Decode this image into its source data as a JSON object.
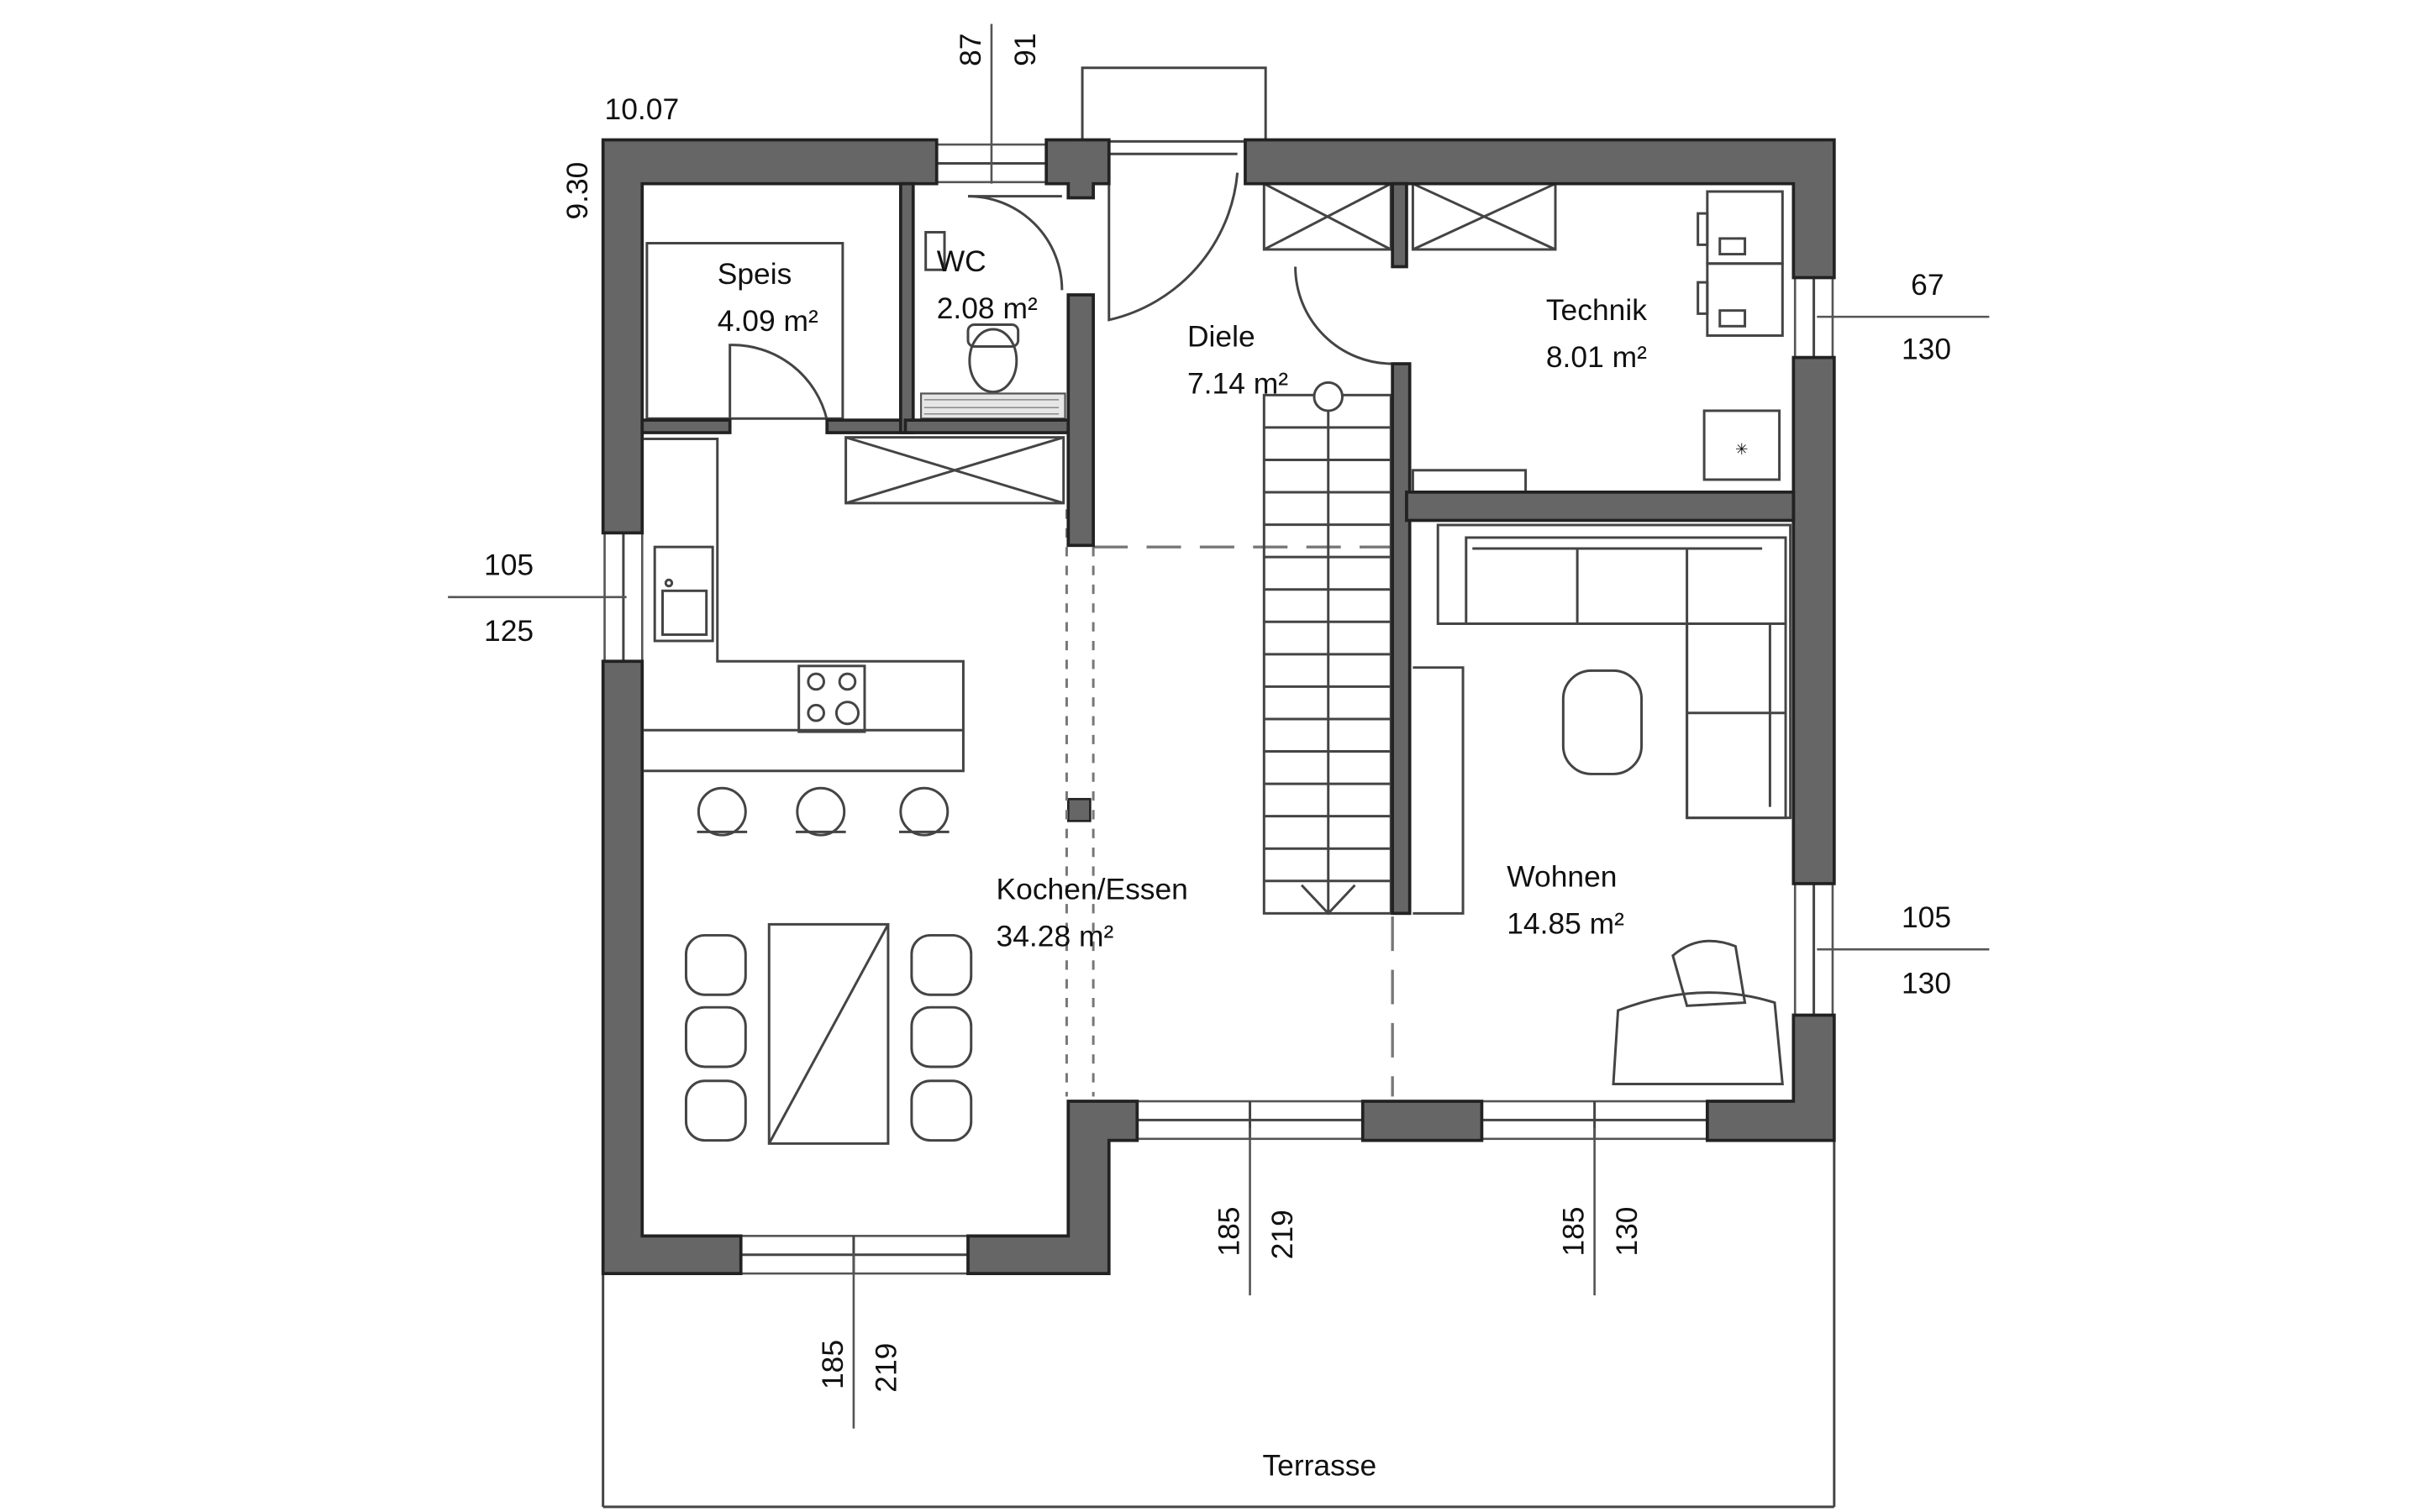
{
  "plan": {
    "overall": {
      "width": "10.07",
      "depth": "9.30"
    },
    "rooms": [
      {
        "id": "speis",
        "name": "Speis",
        "area": "4.09 m²"
      },
      {
        "id": "wc",
        "name": "WC",
        "area": "2.08 m²"
      },
      {
        "id": "diele",
        "name": "Diele",
        "area": "7.14 m²"
      },
      {
        "id": "technik",
        "name": "Technik",
        "area": "8.01 m²"
      },
      {
        "id": "kochen",
        "name": "Kochen/Essen",
        "area": "34.28 m²"
      },
      {
        "id": "wohnen",
        "name": "Wohnen",
        "area": "14.85 m²"
      }
    ],
    "outside": {
      "terrace": "Terrasse"
    },
    "openings": {
      "wc_top": [
        "87",
        "91"
      ],
      "technik_right": [
        "67",
        "130"
      ],
      "kitchen_left": [
        "105",
        "125"
      ],
      "living_right": [
        "105",
        "130"
      ],
      "diele_bottom": [
        "185",
        "219"
      ],
      "living_bottom": [
        "185",
        "130"
      ],
      "kitchen_bottom": [
        "185",
        "219"
      ]
    }
  }
}
